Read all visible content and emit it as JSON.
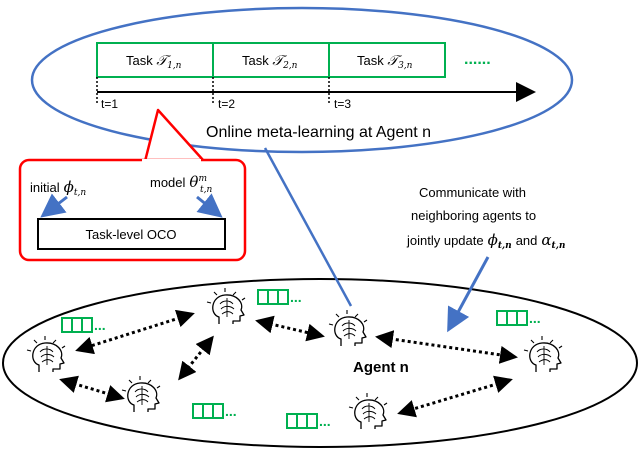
{
  "timeline": {
    "tasks": [
      {
        "prefix": "Task ",
        "symbol": "𝒯",
        "sub": "1,n"
      },
      {
        "prefix": "Task ",
        "symbol": "𝒯",
        "sub": "2,n"
      },
      {
        "prefix": "Task ",
        "symbol": "𝒯",
        "sub": "3,n"
      }
    ],
    "ellipsis": "......",
    "ticks": [
      "t=1",
      "t=2",
      "t=3"
    ],
    "caption": "Online meta-learning at Agent n"
  },
  "oco_box": {
    "initial_label": "initial",
    "initial_symbol": "ϕ",
    "initial_sub": "t,n",
    "model_label": "model",
    "model_symbol": "θ",
    "model_sup": "m",
    "model_sub": "t,n",
    "box_label": "Task-level OCO"
  },
  "communicate": {
    "line1": "Communicate with",
    "line2": "neighboring agents  to",
    "line3": "jointly update",
    "phi": "ϕ",
    "phi_sub": "t,n",
    "and": "and",
    "alpha": "α",
    "alpha_sub": "t,n"
  },
  "network": {
    "agent_label": "Agent n",
    "queue_ellipsis": "..."
  },
  "colors": {
    "ellipse_stroke": "#4472c4",
    "task_green": "#00b050",
    "callout_red": "#ff0000",
    "arrow_blue": "#4472c4",
    "black": "#000000"
  }
}
